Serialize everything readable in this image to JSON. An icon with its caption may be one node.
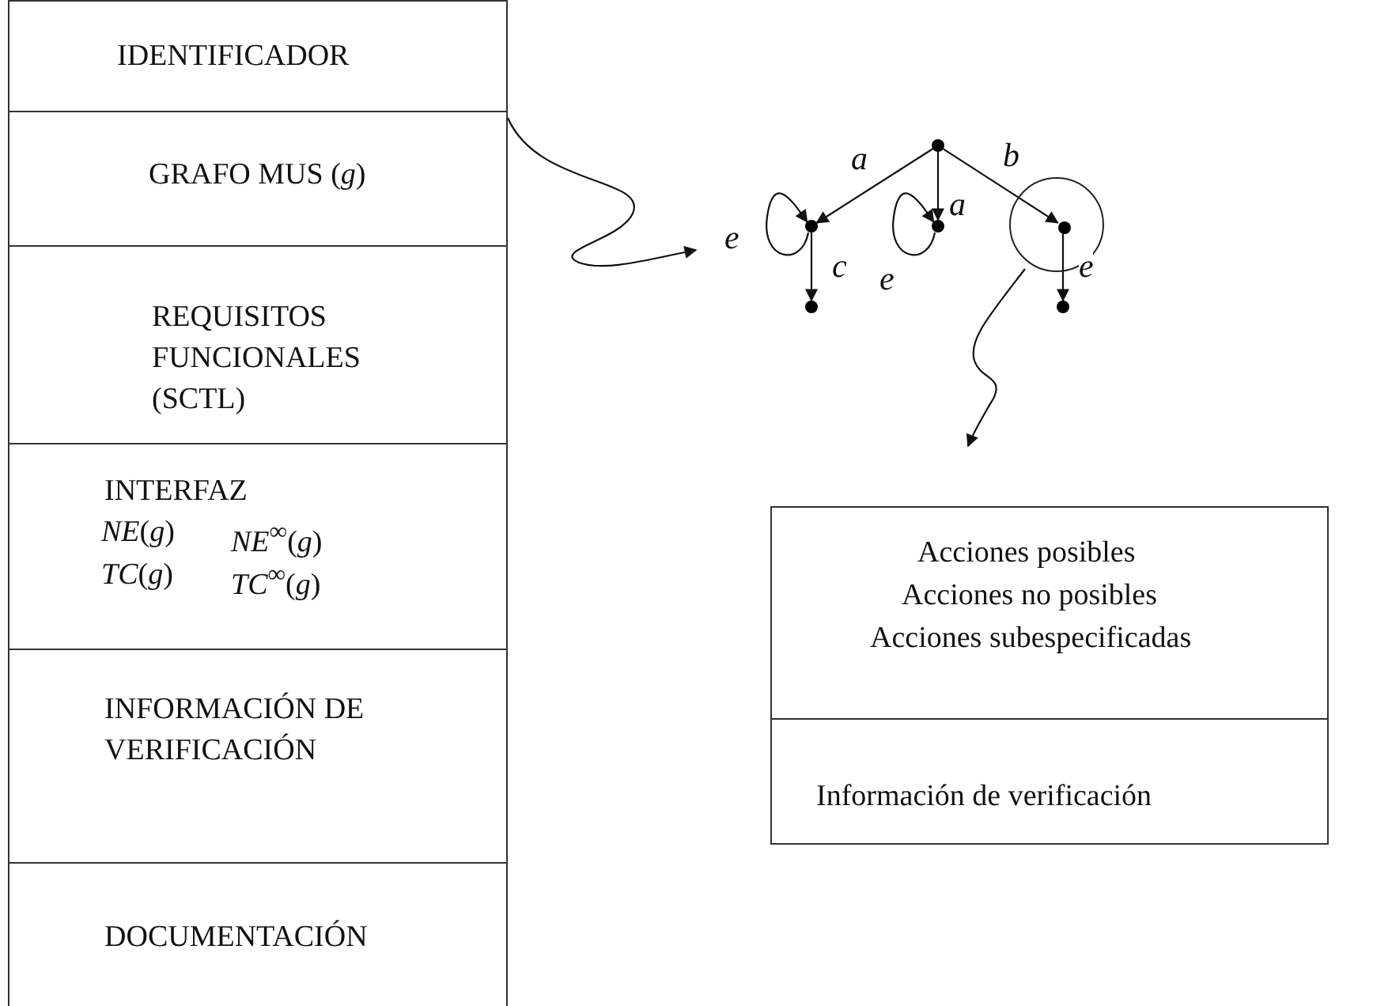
{
  "diagram": {
    "nodes": [
      {
        "text": [
          "IDENTIFICADOR"
        ]
      },
      {
        "text": [
          "GRAFO MUS (*g*)"
        ]
      },
      {
        "text": [
          "REQUISITOS FUNCIONALES (SCTL)"
        ]
      },
      {
        "text": [
          "INTERFAZ",
          "*NE*(*g*)",
          "*NE*$^{∞}$(*g*)",
          "*TC*(*g*)",
          "*TC*$^{∞}$(*g*)"
        ]
      },
      {
        "text": [
          "INFORMACIÓN DE VERIFICACIÓN"
        ]
      },
      {
        "text": [
          "DOCUMENTACIÓN"
        ]
      },
      {
        "text": [],
        "shape": "circle"
      },
      {
        "text": [],
        "shape": "circle"
      },
      {
        "text": [],
        "shape": "circle"
      },
      {
        "text": [],
        "shape": "circle"
      },
      {
        "text": [],
        "shape": "circle",
        "in": 9
      },
      {
        "text": [],
        "shape": "circle"
      },
      {
        "text": [],
        "shape": "circle"
      },
      {
        "text": [
          "Acciones posibles",
          "Acciones no posibles",
          "Acciones subespecificadas"
        ]
      },
      {
        "text": [
          "Información de verificación"
        ]
      }
    ],
    "edges": [
      {
        "from": 1,
        "to": null,
        "arrow": "to"
      },
      {
        "from": 6,
        "to": 7,
        "arrow": "to",
        "label": "a"
      },
      {
        "from": 6,
        "to": 8,
        "arrow": "to",
        "label": "a"
      },
      {
        "from": 6,
        "to": 10,
        "arrow": "to",
        "label": "b"
      },
      {
        "from": 7,
        "to": 7,
        "arrow": "to",
        "label": "e"
      },
      {
        "from": 8,
        "to": 8,
        "arrow": "to",
        "label": "e"
      },
      {
        "from": 7,
        "to": 11,
        "arrow": "to",
        "label": "c"
      },
      {
        "from": 10,
        "to": 12,
        "arrow": "to",
        "label": "e"
      },
      {
        "from": 9,
        "to": null,
        "arrow": "to"
      }
    ]
  }
}
